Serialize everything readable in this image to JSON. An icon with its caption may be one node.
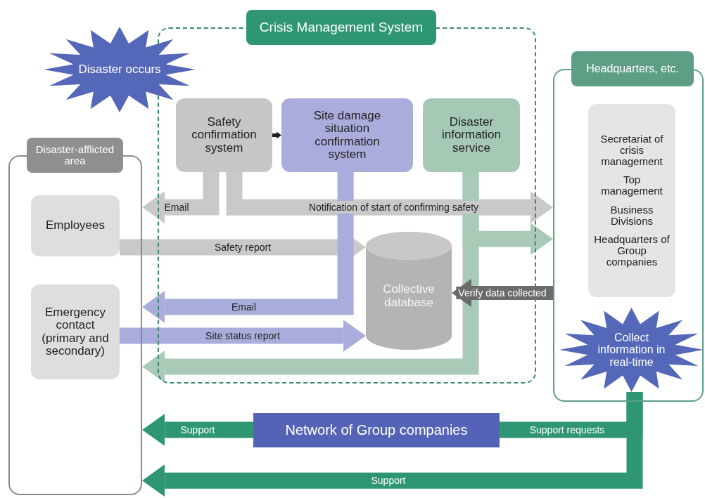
{
  "diagram": {
    "nodes": [
      {
        "text": [
          "Crisis Management System"
        ]
      },
      {
        "text": [
          "Disaster occurs"
        ]
      },
      {
        "text": [
          "Disaster-afflicted area"
        ]
      },
      {
        "text": [
          "Employees"
        ],
        "in": 2
      },
      {
        "text": [
          "Emergency contact (primary and secondary)"
        ],
        "in": 2
      },
      {
        "text": [
          "Safety confirmation system"
        ],
        "in": 0
      },
      {
        "text": [
          "Site damage situation confirmation system"
        ],
        "in": 0
      },
      {
        "text": [
          "Disaster information service"
        ],
        "in": 0
      },
      {
        "text": [
          "Collective database"
        ],
        "in": 0
      },
      {
        "text": [
          "Headquarters, etc."
        ]
      },
      {
        "text": [
          "Secretariat of crisis management",
          "Top management",
          "Business Divisions",
          "Headquarters of Group companies"
        ],
        "in": 9
      },
      {
        "text": [
          "Collect information in real-time"
        ],
        "in": 9
      },
      {
        "text": [
          "Network of Group companies"
        ]
      }
    ],
    "edges": [
      {
        "from": 5,
        "to": 6,
        "arrow": "to",
        "color": "#1f1f1f"
      },
      {
        "from": 5,
        "to": 2,
        "arrow": "to",
        "label": "Email",
        "color": "#c9c9c9"
      },
      {
        "from": 5,
        "to": 9,
        "arrow": "to",
        "label": "Notification of start of confirming safety",
        "color": "#c9c9c9"
      },
      {
        "from": 3,
        "to": 8,
        "arrow": "to",
        "label": "Safety report",
        "color": "#c9c9c9"
      },
      {
        "from": 6,
        "to": 2,
        "arrow": "to",
        "label": "Email",
        "color": "#aaaddb"
      },
      {
        "from": 4,
        "to": 8,
        "arrow": "to",
        "label": "Site status report",
        "color": "#aaaddb"
      },
      {
        "from": 7,
        "to": 9,
        "arrow": "to",
        "color": "#a8cab7"
      },
      {
        "from": 7,
        "to": 2,
        "arrow": "to",
        "color": "#a8cab7"
      },
      {
        "from": 9,
        "to": 8,
        "arrow": "to",
        "label": "Verify data collected",
        "color": "#6b6b6b"
      },
      {
        "from": 12,
        "to": 2,
        "arrow": "to",
        "label": "Support",
        "color": "#2e9673"
      },
      {
        "from": 11,
        "to": 12,
        "arrow": "none",
        "label": "Support requests",
        "color": "#2e9673"
      },
      {
        "from": 11,
        "to": 2,
        "arrow": "to",
        "label": "Support",
        "color": "#2e9673"
      }
    ]
  }
}
